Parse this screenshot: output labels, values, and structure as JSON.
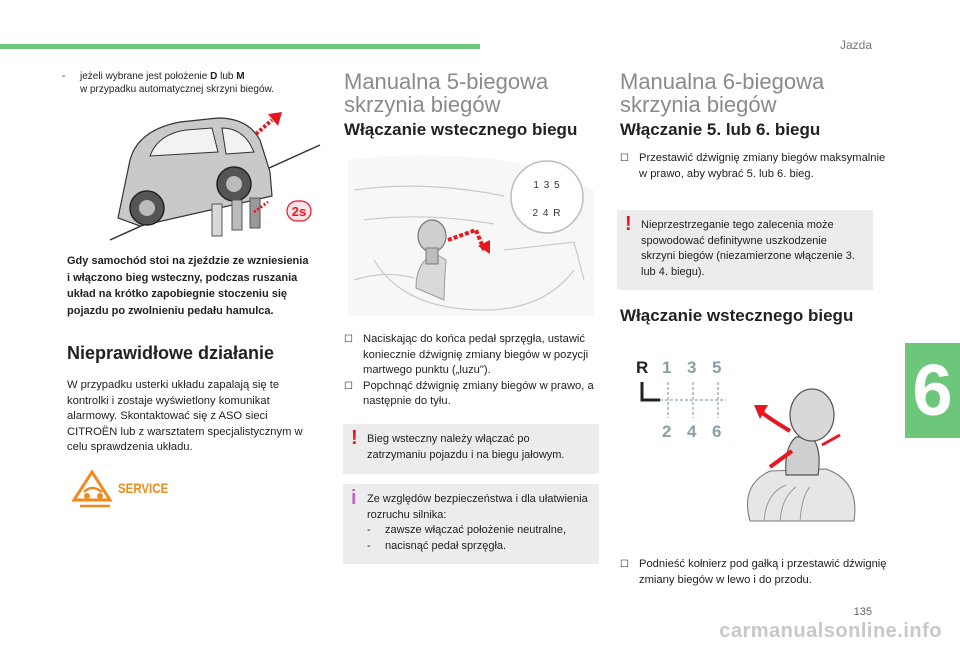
{
  "header": {
    "section": "Jazda"
  },
  "chapter_number": "6",
  "page_number": "135",
  "watermark": "carmanualsonline.info",
  "col1": {
    "intro_prefix": "- ",
    "intro_a": "jeżeli wybrane jest położenie ",
    "intro_D": "D",
    "intro_mid": " lub ",
    "intro_M": "M",
    "intro_b": "w przypadku automatycznej skrzyni biegów.",
    "hill_caption": "Gdy samochód stoi na zjeździe ze wzniesienia i włączono bieg wsteczny, podczas ruszania układ na krótko zapobiegnie stoczeniu się pojazdu po zwolnieniu pedału hamulca.",
    "hill_badge": "2s",
    "malfunction_title": "Nieprawidłowe działanie",
    "malfunction_text": "W przypadku usterki układu zapalają się te kontrolki i zostaje wyświetlony komunikat alarmowy. Skontaktować się z ASO sieci CITROËN lub z warsztatem specjalistycznym w celu sprawdzenia układu.",
    "service_label": "SERVICE"
  },
  "col2": {
    "title": "Manualna 5-biegowa skrzynia biegów",
    "subtitle": "Włączanie wstecznego biegu",
    "shift_top": "1 3 5",
    "shift_bottom": "2 4 R",
    "steps": [
      "Naciskając do końca pedał sprzęgła, ustawić koniecznie dźwignię zmiany biegów w pozycji martwego punktu („luzu\").",
      "Popchnąć dźwignię zmiany biegów w prawo, a następnie do tyłu."
    ],
    "warning": "Bieg wsteczny należy włączać po zatrzymaniu pojazdu i na biegu jałowym.",
    "info_intro": "Ze względów bezpieczeństwa i dla ułatwienia rozruchu silnika:",
    "info_items": [
      "zawsze włączać położenie neutralne,",
      "nacisnąć pedał sprzęgła."
    ],
    "info_dash": "-"
  },
  "col3": {
    "title": "Manualna 6-biegowa skrzynia biegów",
    "subtitle1": "Włączanie 5. lub 6. biegu",
    "step1": "Przestawić dźwignię zmiany biegów maksymalnie w prawo, aby wybrać 5. lub 6. bieg.",
    "warning": "Nieprzestrzeganie tego zalecenia może spowodować definitywne uszkodzenie skrzyni biegów (niezamierzone włączenie 3. lub 4. biegu).",
    "subtitle2": "Włączanie wstecznego biegu",
    "gear_R": "R",
    "gear_1": "1",
    "gear_3": "3",
    "gear_5": "5",
    "gear_2": "2",
    "gear_4": "4",
    "gear_6": "6",
    "step2": "Podnieść kołnierz pod gałką i przestawić dźwignię zmiany biegów w lewo i do przodu."
  },
  "colors": {
    "accent_green": "#6cc77a",
    "warning_red": "#e8161f",
    "info_purple": "#c064c8",
    "service_orange": "#f08a1c"
  }
}
